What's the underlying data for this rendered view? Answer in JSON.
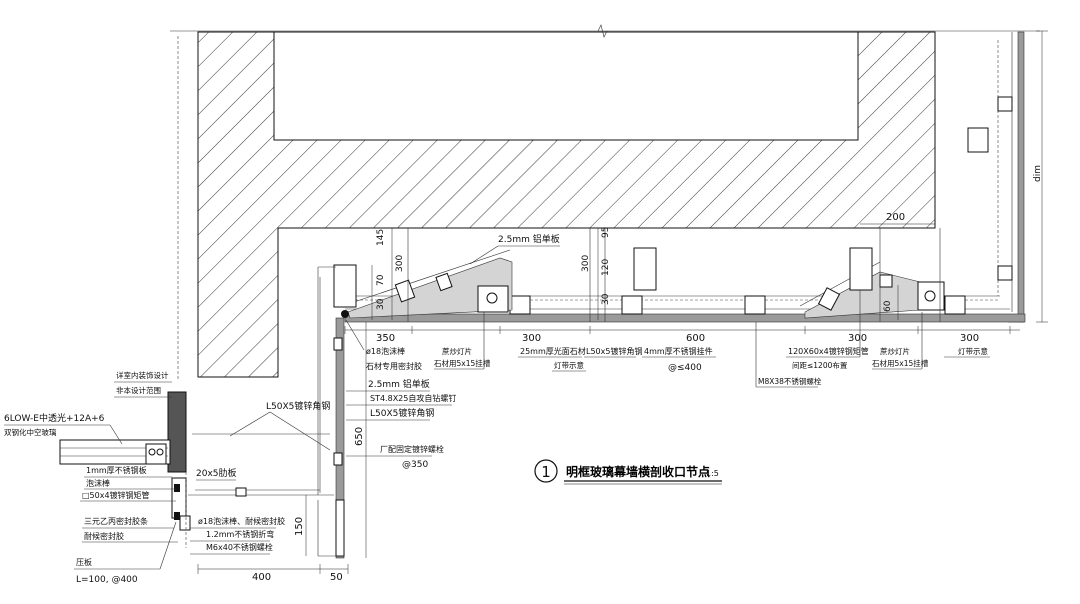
{
  "title": {
    "circle_num": "1",
    "text": "明框玻璃幕墙横剖收口节点",
    "scale": "1:5"
  },
  "dims": {
    "d145": "145",
    "d300a": "300",
    "d70": "70",
    "d30": "30",
    "d350": "350",
    "d300b": "300",
    "d600": "600",
    "d300c": "300",
    "d300d": "300",
    "d95": "95",
    "d300e": "300",
    "d120": "120",
    "d30b": "30",
    "d60": "60",
    "d200": "200",
    "dim_vert": "dim",
    "d650": "650",
    "d150": "150",
    "d400": "400",
    "d50": "50"
  },
  "labels": {
    "aluminum_top": "2.5mm 铝单板",
    "glass": "6LOW-E中透光+12A+6",
    "glass2": "双钢化中空玻璃",
    "interior1": "详室内装饰设计",
    "interior2": "非本设计范围",
    "steel_plate": "1mm厚不锈钢板",
    "foam": "泡沫棒",
    "tube_50x4": "□50x4镀锌钢矩管",
    "epdm": "三元乙丙密封胶条",
    "sealant": "耐候密封胶",
    "pressing": "压板",
    "pressing_spec": "L=100, @400",
    "angle_steel": "L50X5镀锌角钢",
    "rib_20x5": "20x5肋板",
    "foam18": "ø18泡沫棒、耐候密封胶",
    "ss_12": "1.2mm不锈钢折弯",
    "m6_bolt": "M6x40不锈钢螺栓",
    "foam18b": "ø18泡沫棒",
    "stone_seal": "石材专用密封胶",
    "al25": "2.5mm 铝单板",
    "st_screw": "ST4.8X25自攻自钻螺钉",
    "angle2": "L50X5镀锌角钢",
    "expansion": "厂配固定镀锌螺栓",
    "exp_spacing": "@350",
    "lamp1": "蔗炒灯片",
    "stone_clip1": "石材用5x15挂槽",
    "stone25": "25mm厚光面石材",
    "lamp_trough1": "灯带示意",
    "angle3": "L50x5镀锌角钢",
    "ss4": "4mm厚不锈钢挂件",
    "ss4_spacing": "@≤400",
    "tube120": "120X60x4镀锌钢矩管",
    "tube120_spacing": "间距≤1200布置",
    "m8": "M8X38不锈钢螺栓",
    "lamp2": "蔗炒灯片",
    "stone_clip2": "石材用5x15挂槽",
    "lamp_trough2": "灯带示意"
  }
}
